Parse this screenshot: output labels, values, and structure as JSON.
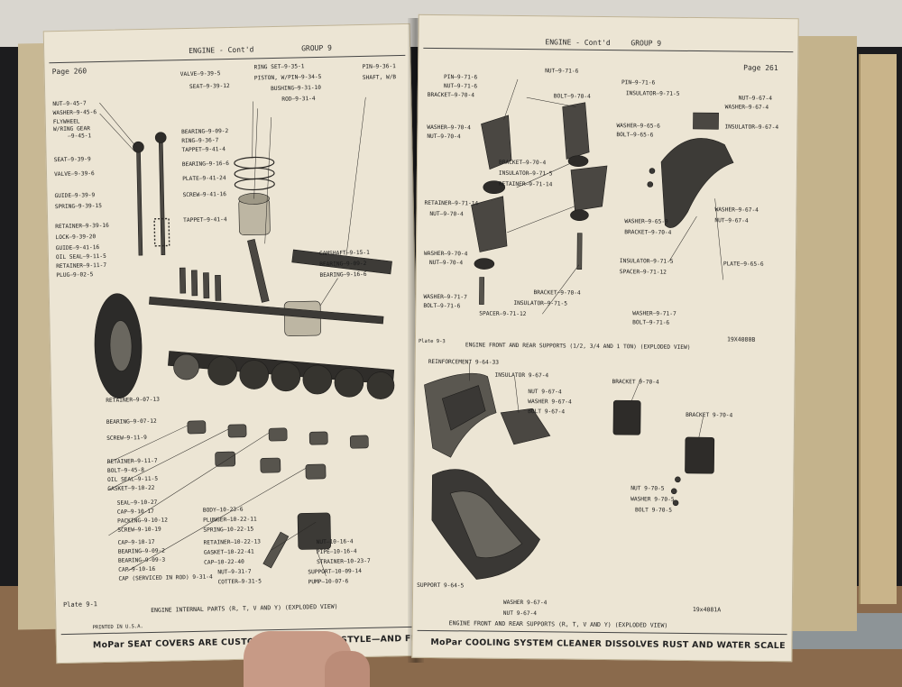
{
  "left_page": {
    "page_number": "Page 260",
    "header": "ENGINE - Cont'd",
    "group": "GROUP 9",
    "plate_label": "Plate 9-1",
    "caption": "ENGINE INTERNAL PARTS (R, T, V AND Y) (EXPLODED VIEW)",
    "printed": "PRINTED IN U.S.A.",
    "ad": "MoPar SEAT COVERS ARE CUSTOM-TAILORED FOR STYLE—AND FIT",
    "labels": [
      "NUT—9-45-7",
      "WASHER—9-45-6",
      "FLYWHEEL",
      "W/RING GEAR",
      "—9-45-1",
      "SEAT—9-39-9",
      "VALVE—9-39-6",
      "GUIDE—9-39-9",
      "SPRING—9-39-15",
      "RETAINER—9-39-16",
      "LOCK—9-39-20",
      "GUIDE—9-41-16",
      "OIL SEAL—9-11-5",
      "RETAINER—9-11-7",
      "PLUG—9-02-5",
      "VALVE—9-39-5",
      "SEAT—9-39-12",
      "BEARING—9-09-2",
      "RING—9-36-7",
      "TAPPET—9-41-4",
      "BEARING—9-16-6",
      "PLATE—9-41-24",
      "SCREW—9-41-16",
      "TAPPET—9-41-4",
      "RING SET—9-35-1",
      "PISTON, W/PIN—9-34-5",
      "BUSHING—9-31-10",
      "ROD—9-31-4",
      "PIN—9-36-1",
      "SHAFT, W/B",
      "CAMSHAFT—9-15-1",
      "BEARING—9-09-2",
      "BEARING—9-16-6",
      "RETAINER—9-07-13",
      "BEARING—9-07-12",
      "SCREW—9-11-9",
      "RETAINER—9-11-7",
      "BOLT—9-45-8",
      "OIL SEAL—9-11-5",
      "GASKET—9-10-22",
      "SEAL—9-10-27",
      "CAP—9-10-17",
      "PACKING—9-10-12",
      "SCREW—9-10-19",
      "CAP—9-10-17",
      "BEARING—9-09-2",
      "BEARING—9-09-3",
      "CAP—9-10-16",
      "CAP (SERVICED IN ROD) 9-31-4",
      "BODY—10-23-6",
      "PLUNGER—10-22-11",
      "SPRING—10-22-15",
      "RETAINER—10-22-13",
      "GASKET—10-22-41",
      "CAP—10-22-40",
      "NUT—9-31-7",
      "COTTER—9-31-5",
      "NUT—10-16-4",
      "PIPE—10-16-4",
      "STRAINER—10-23-7",
      "SUPPORT—10-09-14",
      "PUMP—10-07-6"
    ]
  },
  "right_page": {
    "page_number": "Page 261",
    "header": "ENGINE - Cont'd",
    "group": "GROUP 9",
    "plate_top_id": "19X4080B",
    "plate_bottom_id": "19x4081A",
    "plate_label": "Plate 9-3",
    "caption_top": "ENGINE FRONT AND REAR SUPPORTS (1/2, 3/4 AND 1 TON) (EXPLODED VIEW)",
    "caption_bottom": "ENGINE FRONT AND REAR SUPPORTS (R, T, V AND Y) (EXPLODED VIEW)",
    "ad": "MoPar COOLING SYSTEM CLEANER DISSOLVES RUST AND WATER SCALE",
    "labels_top": [
      "PIN—9-71-6",
      "NUT—9-71-6",
      "BRACKET—9-70-4",
      "WASHER—9-70-4",
      "NUT—9-70-4",
      "BRACKET—9-70-4",
      "INSULATOR—9-71-5",
      "RETAINER—9-71-14",
      "RETAINER—9-71-14",
      "NUT—9-70-4",
      "WASHER—9-70-4",
      "NUT—9-70-4",
      "WASHER—9-71-7",
      "BOLT—9-71-6",
      "NUT—9-71-6",
      "BOLT—9-70-4",
      "PIN—9-71-6",
      "INSULATOR—9-71-5",
      "NUT—9-67-4",
      "WASHER—9-67-4",
      "INSULATOR—9-67-4",
      "WASHER—9-65-6",
      "BOLT—9-65-6",
      "WASHER—9-67-4",
      "NUT—9-67-4",
      "WASHER—9-65-9",
      "BRACKET—9-70-4",
      "INSULATOR—9-71-5",
      "SPACER—9-71-12",
      "PLATE—9-65-6",
      "BRACKET—9-70-4",
      "INSULATOR—9-71-5",
      "SPACER—9-71-12",
      "WASHER—9-71-7",
      "BOLT—9-71-6"
    ],
    "labels_bottom": [
      "REINFORCEMENT 9-64-33",
      "INSULATOR 9-67-4",
      "NUT 9-67-4",
      "WASHER 9-67-4",
      "BOLT 9-67-4",
      "BRACKET 9-70-4",
      "BRACKET 9-70-4",
      "NUT 9-70-5",
      "WASHER 9-70-5",
      "BOLT 9-70-5",
      "SUPPORT 9-64-5",
      "WASHER 9-67-4",
      "NUT 9-67-4"
    ]
  }
}
